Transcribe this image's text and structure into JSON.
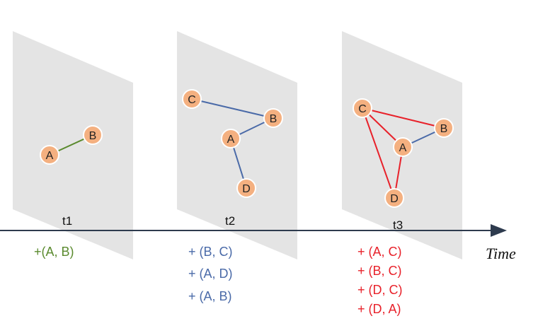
{
  "time_axis": {
    "label": "Time"
  },
  "colors": {
    "node_fill": "#f4b080",
    "node_stroke": "#ffffff",
    "panel": "#e4e4e4",
    "green": "#5a8a2e",
    "blue": "#4a6aa8",
    "red": "#e8212a",
    "axis": "#2e3b4e"
  },
  "snapshots": [
    {
      "label": "t1",
      "changes": [
        "+(A, B)"
      ],
      "change_color": "green",
      "nodes": [
        "A",
        "B"
      ]
    },
    {
      "label": "t2",
      "changes": [
        "+ (B, C)",
        "+ (A, D)",
        "+ (A, B)"
      ],
      "change_color": "blue",
      "nodes": [
        "C",
        "B",
        "A",
        "D"
      ]
    },
    {
      "label": "t3",
      "changes": [
        "+ (A, C)",
        "+ (B, C)",
        "+ (D, C)",
        "+ (D, A)"
      ],
      "change_color": "red",
      "nodes": [
        "C",
        "B",
        "A",
        "D"
      ]
    }
  ]
}
